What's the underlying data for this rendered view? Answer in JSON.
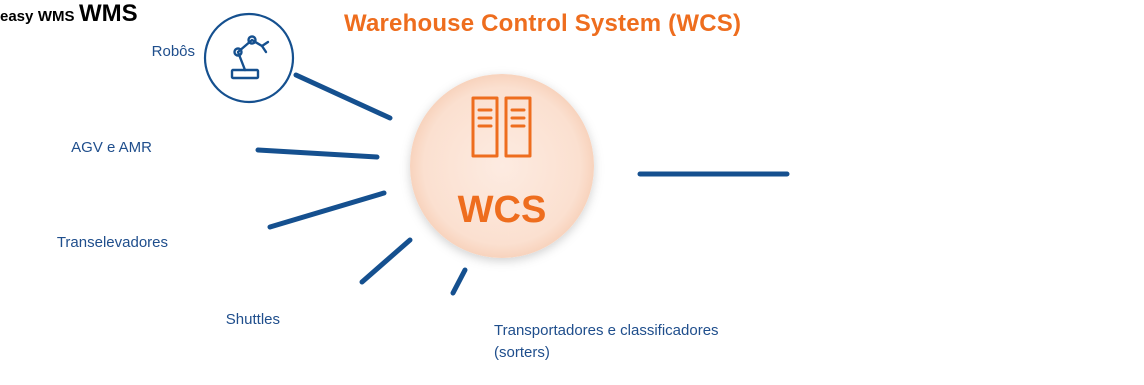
{
  "title": "Warehouse Control System (WCS)",
  "hub": {
    "label": "WCS"
  },
  "nodes": {
    "robos": {
      "label": "Robôs"
    },
    "agv": {
      "label": "AGV e AMR"
    },
    "transelevadores": {
      "label": "Transelevadores"
    },
    "shuttles": {
      "label": "Shuttles"
    },
    "transportadores": {
      "label": "Transportadores e classificadores",
      "label2": "(sorters)"
    }
  },
  "wms": {
    "label": "WMS",
    "screen_logo_left": "easy",
    "screen_logo_right": "WMS"
  },
  "colors": {
    "accent": "#ee6d1e",
    "primary": "#15508f",
    "hub_fill": "#fce6da"
  },
  "icons": {
    "robos": "robot-arm-icon",
    "agv": "agv-vehicle-icon",
    "transelevadores": "stacker-crane-icon",
    "shuttles": "shuttle-icon",
    "transportadores": "conveyor-icon",
    "hub": "server-racks-icon",
    "wms": "laptop-icon"
  }
}
